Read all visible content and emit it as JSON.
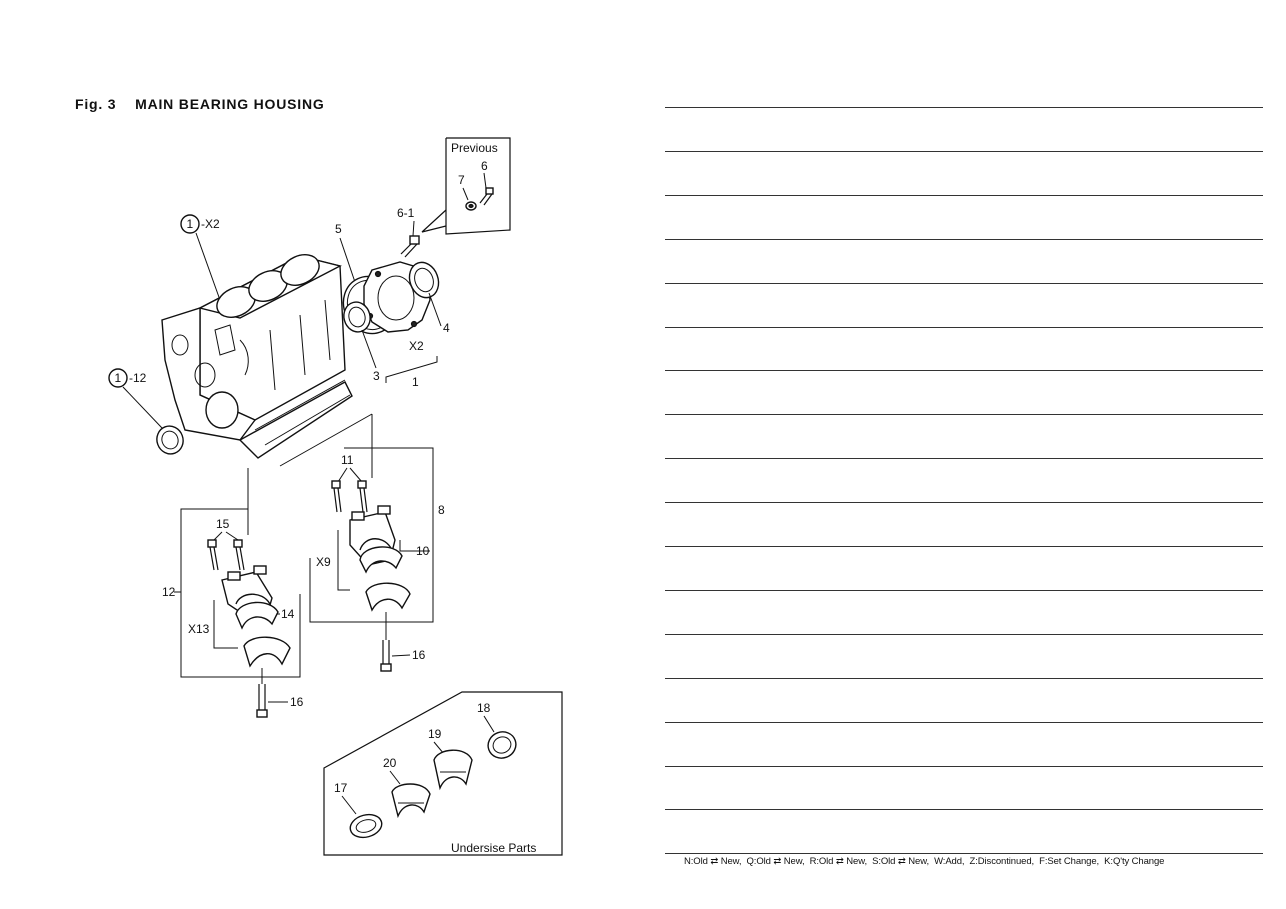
{
  "figure": {
    "title": "Fig. 3    MAIN BEARING HOUSING"
  },
  "callouts": {
    "previous_box": "Previous",
    "p6": "6",
    "p7": "7",
    "p6_1": "6-1",
    "p5": "5",
    "p4": "4",
    "p3": "3",
    "p1": "1",
    "x2": "X2",
    "c1_x2_num": "1",
    "c1_x2_suffix": "-X2",
    "c1_12_num": "1",
    "c1_12_suffix": "-12",
    "p11": "11",
    "p8": "8",
    "p10": "10",
    "x9": "X9",
    "p16a": "16",
    "p15": "15",
    "p12": "12",
    "x13": "X13",
    "p14": "14",
    "p16b": "16",
    "p18": "18",
    "p19": "19",
    "p20": "20",
    "p17": "17",
    "undersize": "Undersise  Parts"
  },
  "legend": {
    "text": "N:Old ⇄ New,  Q:Old ⇄ New,  R:Old ⇄ New,  S:Old ⇄ New,  W:Add,  Z:Discontinued,  F:Set Change,  K:Q'ty Change"
  },
  "ruled_lines": {
    "count": 18
  }
}
